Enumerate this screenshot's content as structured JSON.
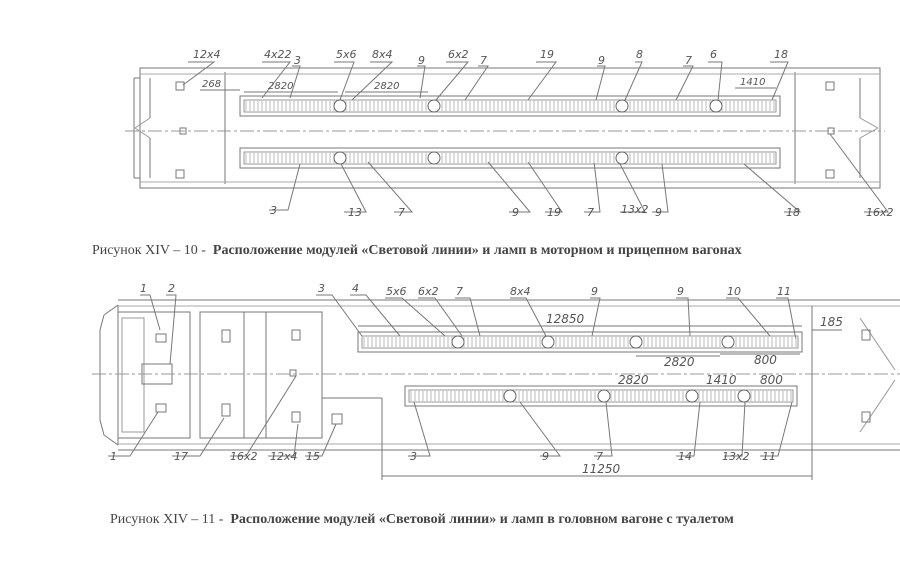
{
  "figure1": {
    "caption_prefix": "Рисунок  XIV – 10 -",
    "caption_text": "Расположение модулей  «Световой линии» и ламп в моторном и прицепном вагонах",
    "labels": [
      "12x4",
      "4x22",
      "3",
      "5x6",
      "8x4",
      "9",
      "6x2",
      "7",
      "19",
      "9",
      "8",
      "7",
      "6",
      "18",
      "3",
      "13",
      "7",
      "9",
      "19",
      "7",
      "13x2",
      "9",
      "18",
      "16x2"
    ],
    "dimensions": [
      "268",
      "2820",
      "2820",
      "1410"
    ]
  },
  "figure2": {
    "caption_prefix": "Рисунок  XIV – 11  -",
    "caption_text": "Расположение модулей  «Световой линии» и ламп в  головном вагоне с туалетом",
    "labels": [
      "1",
      "2",
      "3",
      "4",
      "5x6",
      "6x2",
      "7",
      "8x4",
      "9",
      "9",
      "10",
      "11",
      "1",
      "17",
      "16x2",
      "12x4",
      "15",
      "3",
      "9",
      "7",
      "14",
      "13x2",
      "11"
    ],
    "dimensions": [
      "12850",
      "185",
      "2820",
      "800",
      "2820",
      "1410",
      "800",
      "11250"
    ]
  }
}
